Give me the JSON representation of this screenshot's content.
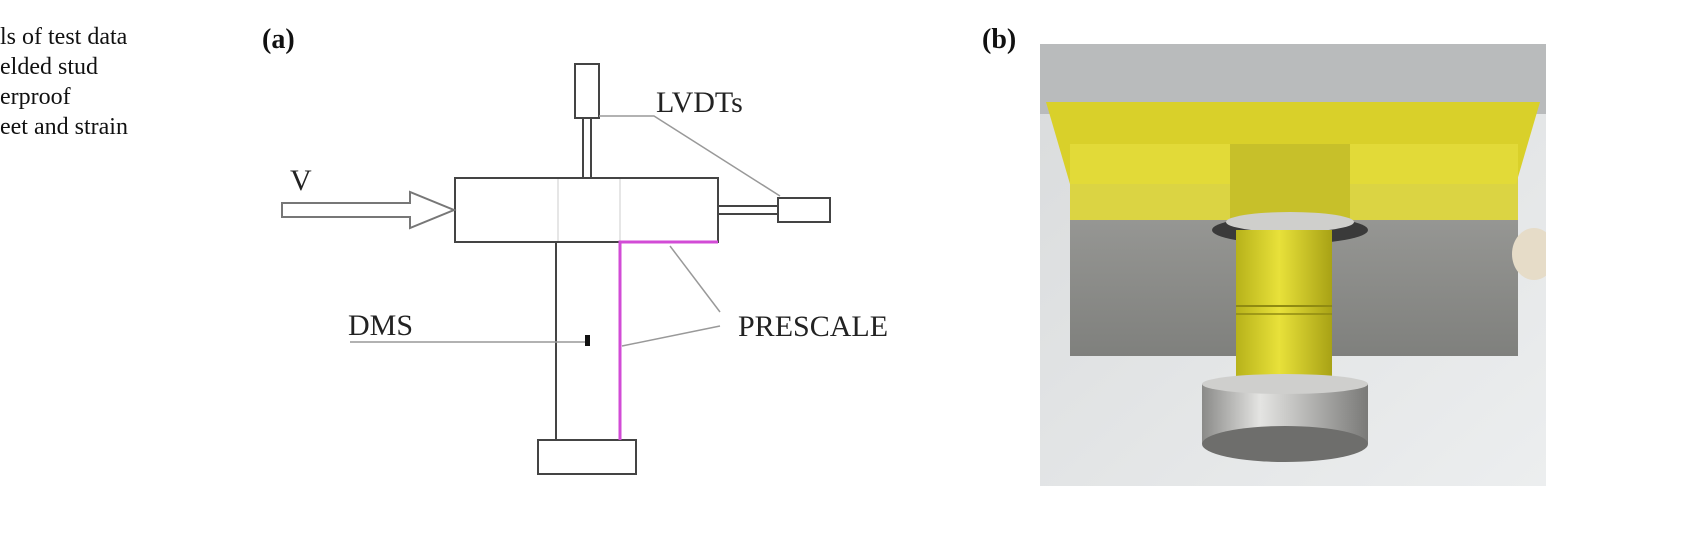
{
  "caption_fragment": {
    "lines": [
      "ls of test data",
      "elded stud",
      "erproof",
      "eet and strain"
    ]
  },
  "panel_a": {
    "label": "(a)",
    "annotations": {
      "load": "V",
      "lvdts": "LVDTs",
      "dms": "DMS",
      "prescale": "PRESCALE"
    },
    "colors": {
      "prescale_line": "#d24bd6",
      "outline": "#444444"
    }
  },
  "panel_b": {
    "label": "(b)",
    "photo_description_icon": "photo-stud-specimen"
  }
}
